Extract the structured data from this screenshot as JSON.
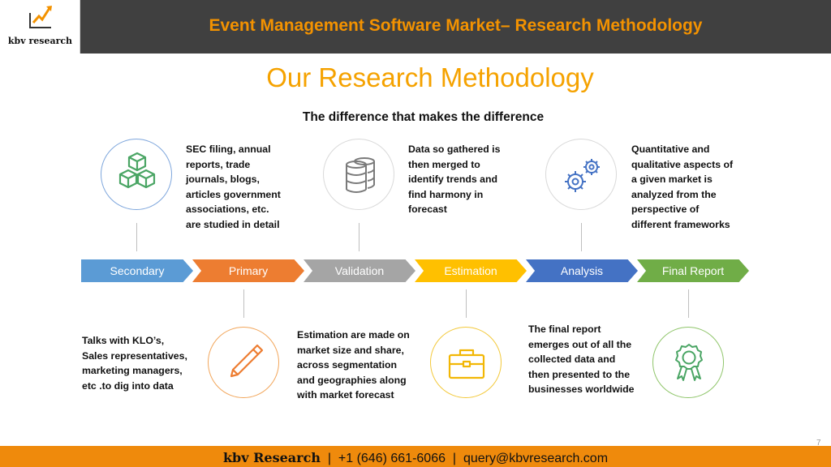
{
  "header": {
    "logo_text": "kbv research",
    "title": "Event Management Software Market– Research Methodology"
  },
  "main": {
    "title": "Our Research Methodology",
    "subtitle": "The difference that makes the difference"
  },
  "top_steps": [
    {
      "text": "SEC filing, annual\nreports, trade\njournals, blogs,\narticles government\nassociations, etc.\nare studied in detail",
      "icon": "cubes-icon"
    },
    {
      "text": "Data so gathered is\nthen merged to\nidentify trends and\nfind harmony in\nforecast",
      "icon": "database-icon"
    },
    {
      "text": "Quantitative and\nqualitative aspects of\na given market is\nanalyzed from the\nperspective of\ndifferent frameworks",
      "icon": "gears-icon"
    }
  ],
  "bottom_steps": [
    {
      "text": "Talks with KLO’s,\nSales representatives,\nmarketing managers,\netc .to dig into data",
      "icon": "pencil-icon"
    },
    {
      "text": "Estimation are made on\nmarket size and  share,\nacross segmentation\nand geographies along\nwith market forecast",
      "icon": "briefcase-icon"
    },
    {
      "text": "The final report\nemerges out of all the\ncollected data and\nthen presented to the\nbusinesses worldwide",
      "icon": "award-icon"
    }
  ],
  "process": [
    {
      "label": "Secondary",
      "color": "#5b9bd5"
    },
    {
      "label": "Primary",
      "color": "#ed7d31"
    },
    {
      "label": "Validation",
      "color": "#a5a5a5"
    },
    {
      "label": "Estimation",
      "color": "#ffc000"
    },
    {
      "label": "Analysis",
      "color": "#4472c4"
    },
    {
      "label": "Final Report",
      "color": "#70ad47"
    }
  ],
  "footer": {
    "brand": "kbv Research",
    "separator": "  |  ",
    "phone": "+1 (646) 661-6066",
    "email": "query@kbvresearch.com",
    "page_number": "7"
  },
  "colors": {
    "header_bg": "#404040",
    "header_title": "#f39200",
    "main_title": "#f5a200",
    "footer_bg": "#ef8a0c"
  }
}
